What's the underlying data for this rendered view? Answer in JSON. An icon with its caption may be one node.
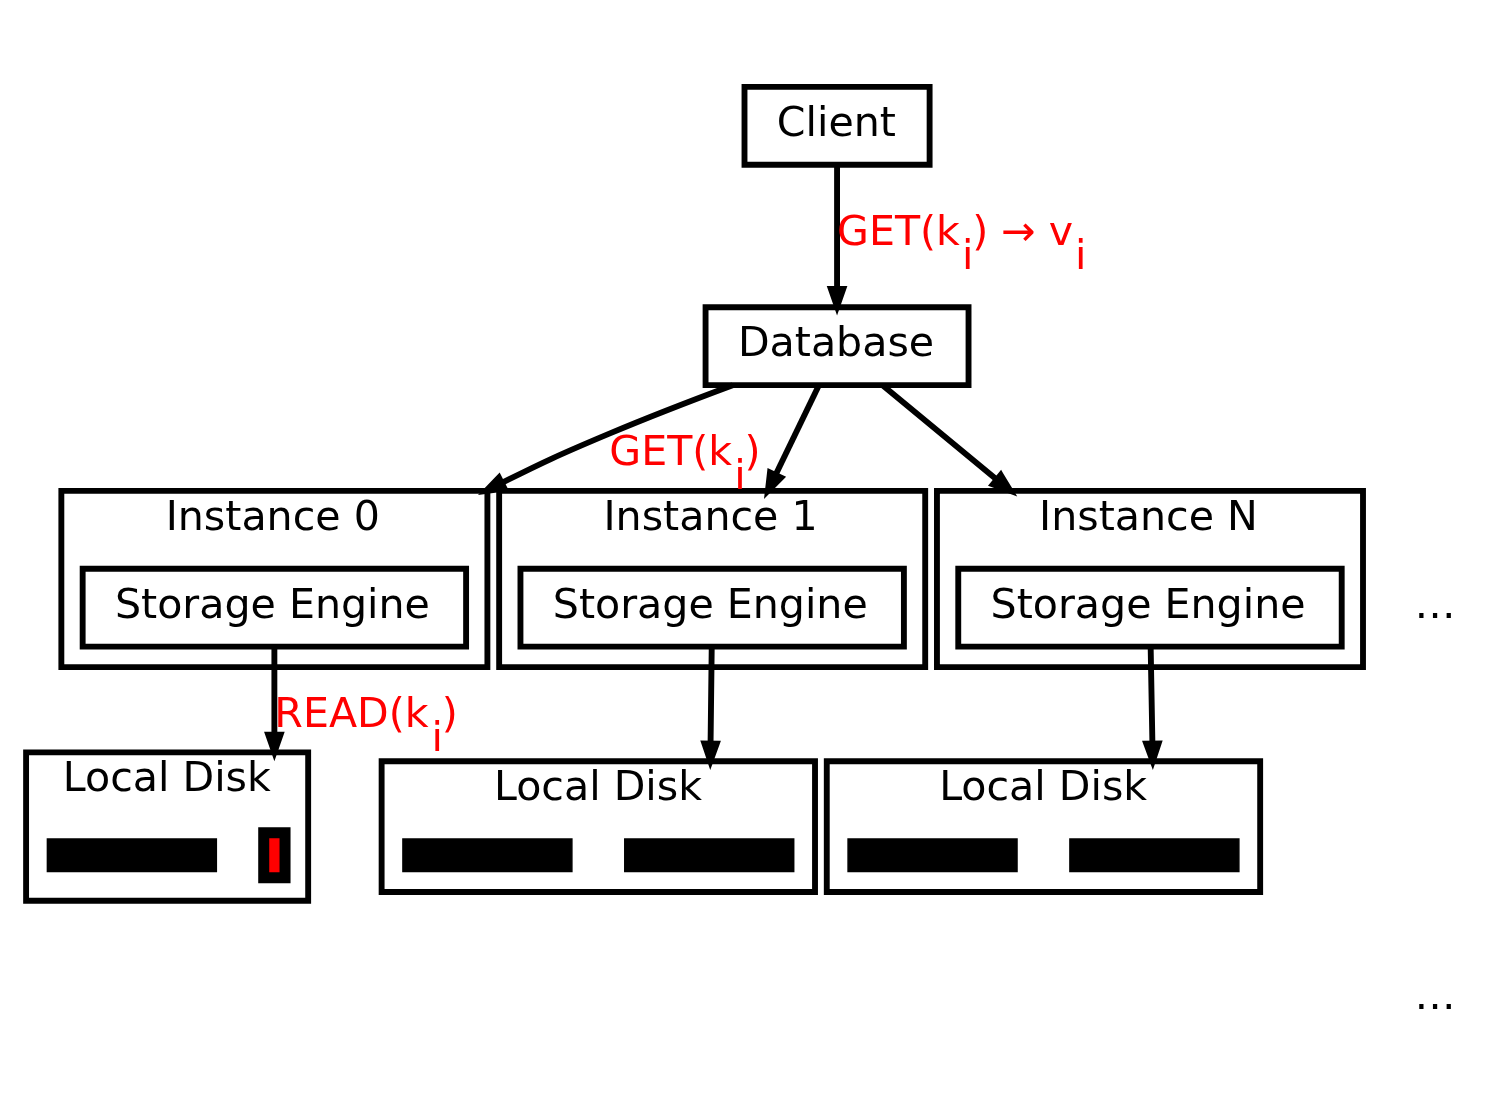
{
  "diagram": {
    "nodes": [
      {
        "text": [
          "Client"
        ]
      },
      {
        "text": [
          "Database"
        ]
      },
      {
        "text": [
          "Instance 0"
        ]
      },
      {
        "text": [
          "Storage Engine"
        ],
        "in": 2
      },
      {
        "text": [
          "Instance 1"
        ]
      },
      {
        "text": [
          "Storage Engine"
        ],
        "in": 4
      },
      {
        "text": [
          "Instance N"
        ]
      },
      {
        "text": [
          "Storage Engine"
        ],
        "in": 6
      },
      {
        "text": [
          "Local Disk"
        ]
      },
      {
        "text": [],
        "shape": "bar",
        "in": 8
      },
      {
        "text": [],
        "shape": "bar",
        "in": 9
      },
      {
        "text": [],
        "shape": "bar",
        "in": 8
      },
      {
        "text": [
          "Local Disk"
        ]
      },
      {
        "text": [],
        "shape": "bar",
        "in": 12
      },
      {
        "text": [],
        "shape": "bar",
        "in": 12
      },
      {
        "text": [
          "Local Disk"
        ]
      },
      {
        "text": [],
        "shape": "bar",
        "in": 15
      },
      {
        "text": [],
        "shape": "bar",
        "in": 15
      }
    ],
    "edges": [
      {
        "from": 0,
        "to": 1,
        "arrow": "to",
        "label": "GET(k$_{i}$) → v$_{i}$"
      },
      {
        "from": 1,
        "to": 2,
        "arrow": "to",
        "label": "GET(k$_{i}$)"
      },
      {
        "from": 1,
        "to": 4,
        "arrow": "to"
      },
      {
        "from": 1,
        "to": 6,
        "arrow": "to"
      },
      {
        "from": 3,
        "to": 8,
        "arrow": "to",
        "label": "READ(k$_{i}$)"
      },
      {
        "from": 5,
        "to": 12,
        "arrow": "to"
      },
      {
        "from": 7,
        "to": 15,
        "arrow": "to"
      }
    ],
    "labels": [
      "…",
      "…"
    ]
  }
}
